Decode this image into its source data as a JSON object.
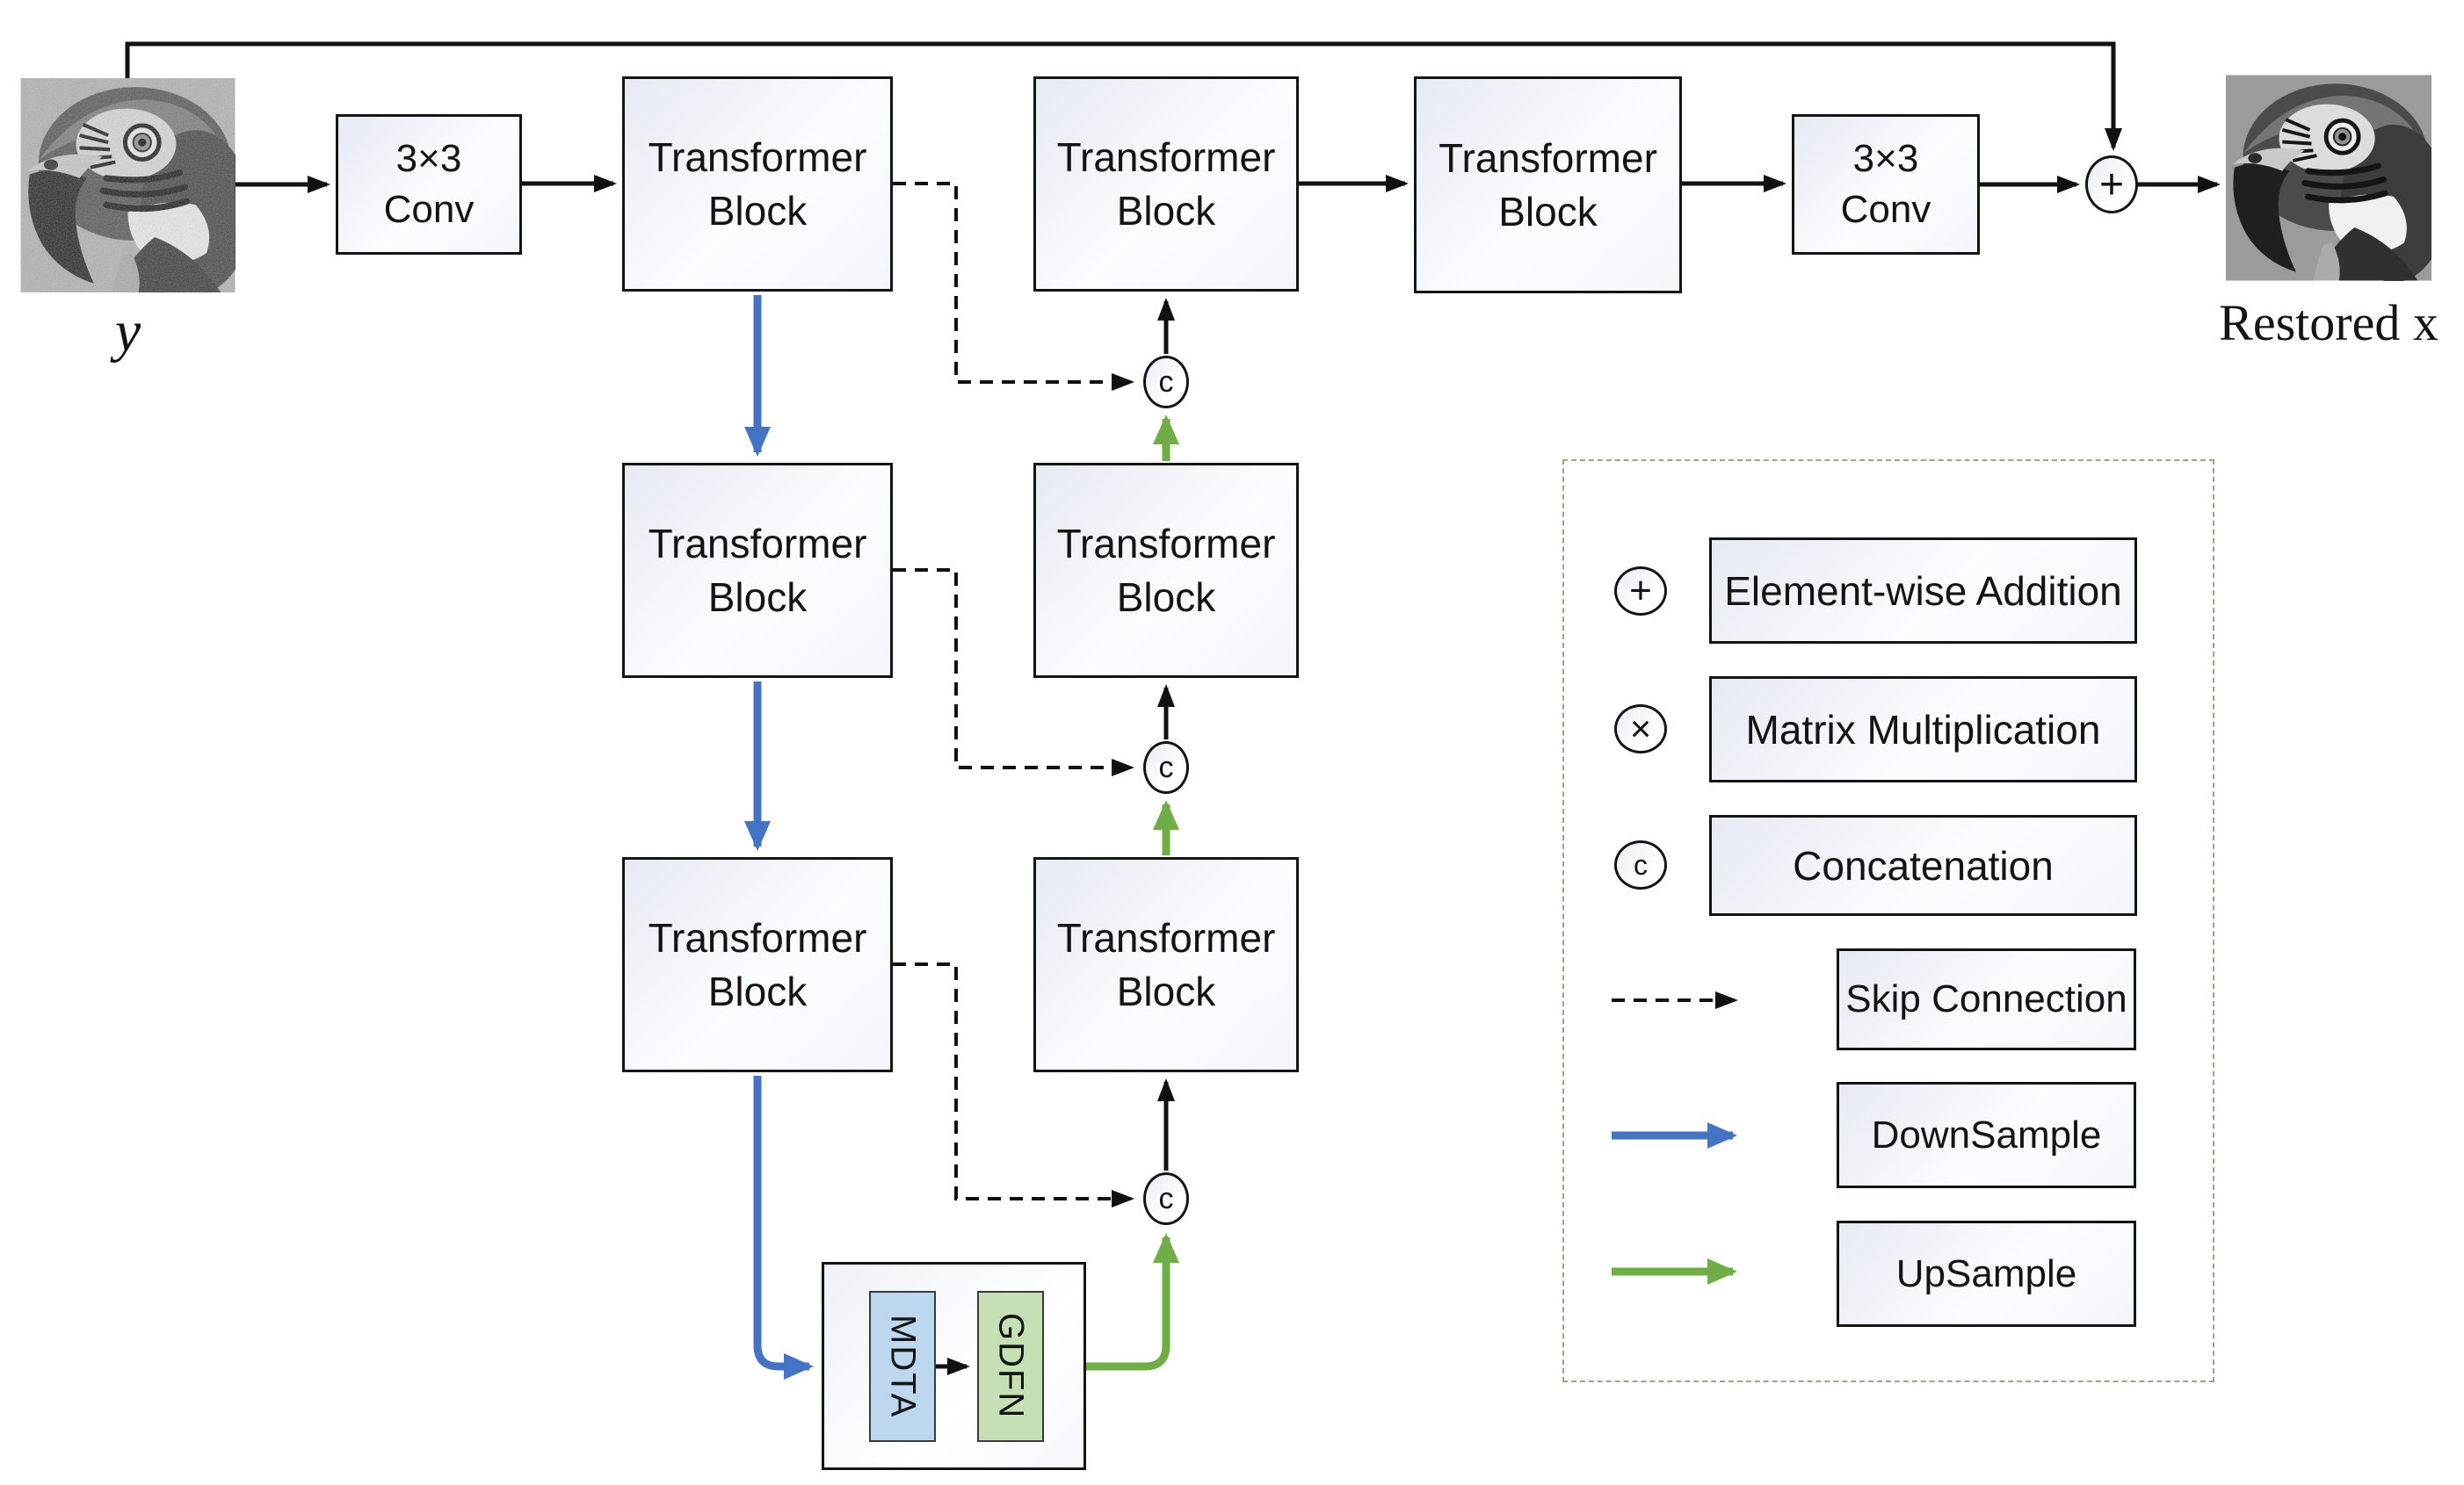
{
  "figure": {
    "input_label": "y",
    "output_label": "Restored x"
  },
  "blocks": {
    "conv": {
      "line1": "3×3",
      "line2": "Conv"
    },
    "transformer": {
      "line1": "Transformer",
      "line2": "Block"
    },
    "mdta": "MDTA",
    "gdfn": "GDFN"
  },
  "symbols": {
    "addition": "+",
    "multiplication": "×",
    "concatenation": "c"
  },
  "legend": {
    "items": [
      {
        "label": "Element-wise Addition"
      },
      {
        "label": "Matrix Multiplication"
      },
      {
        "label": "Concatenation"
      },
      {
        "label": "Skip Connection"
      },
      {
        "label": "DownSample"
      },
      {
        "label": "UpSample"
      }
    ]
  },
  "colors": {
    "downsample_blue": "#4472c4",
    "upsample_green": "#70ad47",
    "line_black": "#111111",
    "mdta_fill": "#bdd7ee",
    "gdfn_fill": "#c5e0b4",
    "legend_border": "#9aa687"
  }
}
